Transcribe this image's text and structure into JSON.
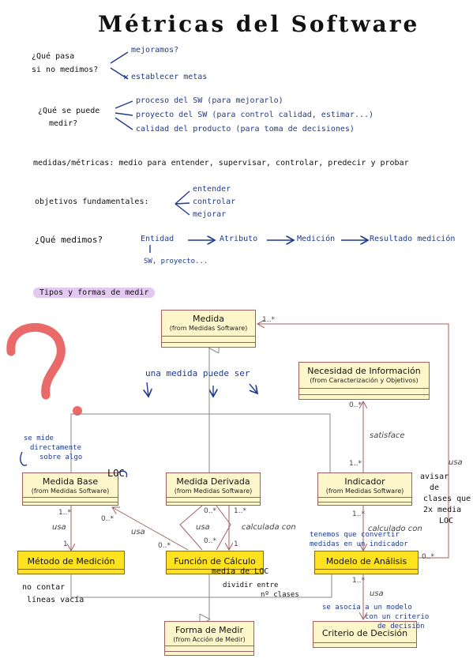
{
  "title": "Métricas del Software",
  "notes": {
    "q1": [
      "¿Qué pasa",
      "si no medimos?"
    ],
    "q1_answers": [
      "mejoramos?",
      "establecer metas"
    ],
    "q2": [
      "¿Qué se puede",
      "medir?"
    ],
    "q2_answers": [
      "proceso del SW (para mejorarlo)",
      "proyecto del SW (para control calidad, estimar...)",
      "calidad del producto (para toma de decisiones)"
    ],
    "medidas_line": "medidas/métricas: medio para entender, supervisar, controlar, predecir y probar",
    "objetivos_label": "objetivos fundamentales:",
    "objetivos_items": [
      "entender",
      "controlar",
      "mejorar"
    ],
    "q3": "¿Qué medimos?",
    "q3_chain": [
      "Entidad",
      "Atributo",
      "Medición",
      "Resultado medición"
    ],
    "q3_sub": "SW, proyecto...",
    "tipos": "Tipos y formas de medir"
  },
  "diagram": {
    "classes": {
      "medida": {
        "name": "Medida",
        "from": "(from Medidas Software)"
      },
      "necesidad": {
        "name": "Necesidad de Información",
        "from": "(from Caracterización y Objetivos)"
      },
      "base": {
        "name": "Medida Base",
        "from": "(from Medidas Software)"
      },
      "derivada": {
        "name": "Medida Derivada",
        "from": "(from Medidas Software)"
      },
      "indicador": {
        "name": "Indicador",
        "from": "(from Medidas Software)"
      },
      "metodo": {
        "name": "Método de Medición"
      },
      "funcion": {
        "name": "Función de Cálculo"
      },
      "modelo": {
        "name": "Modelo de Análisis"
      },
      "forma": {
        "name": "Forma de Medir",
        "from": "(from Acción de Medir)"
      },
      "criterio": {
        "name": "Criterio de Decisión"
      }
    },
    "labels": {
      "usa": "usa",
      "satisface": "satisface",
      "calculada_con": "calculada con",
      "calculado_con": "calculado con",
      "m_1": "1",
      "m_1n": "1..*",
      "m_0n": "0..*"
    },
    "annotations": {
      "una_medida": "una medida puede ser",
      "se_mide": [
        "se mide",
        "directamente",
        "sobre algo"
      ],
      "loc": "LOC",
      "no_contar": [
        "no contar",
        "líneas vacía"
      ],
      "media": [
        "media de LOC",
        "dividir entre",
        "nº clases"
      ],
      "avisar": [
        "avisar",
        "de",
        "clases que",
        "2x media",
        "LOC"
      ],
      "tenemos": [
        "tenemos que convertir",
        "medidas en un indicador"
      ],
      "asocia": [
        "se asocia a un modelo",
        "con un criterio",
        "de decisión"
      ]
    }
  }
}
